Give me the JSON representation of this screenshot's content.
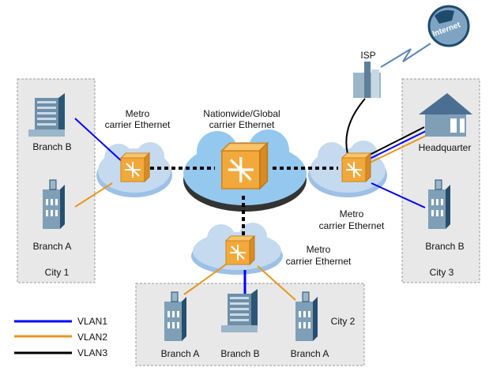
{
  "clouds": {
    "metro_left": [
      "Metro",
      "carrier Ethernet"
    ],
    "global": [
      "Nationwide/Global",
      "carrier Ethernet"
    ],
    "metro_right": [
      "Metro",
      "carrier Ethernet"
    ],
    "metro_bottom": [
      "Metro",
      "carrier Ethernet"
    ]
  },
  "internet": {
    "label": "Internet",
    "isp_label": "ISP"
  },
  "cities": {
    "city1": {
      "label": "City 1",
      "sites": [
        "Branch  B",
        "Branch  A"
      ]
    },
    "city2": {
      "label": "City 2",
      "sites": [
        "Branch  A",
        "Branch B",
        "Branch  A"
      ]
    },
    "city3": {
      "label": "City 3",
      "sites": [
        "Headquarter",
        "Branch B"
      ]
    }
  },
  "legend": [
    {
      "label": "VLAN1",
      "color": "#0000ff"
    },
    {
      "label": "VLAN2",
      "color": "#e8961e"
    },
    {
      "label": "VLAN3",
      "color": "#000000"
    }
  ],
  "colors": {
    "vlan1": "#0000ff",
    "vlan2": "#e8961e",
    "vlan3": "#000000",
    "cloud": "#c5daee",
    "switch": "#f2a93b",
    "building": "#7f9fb6"
  }
}
